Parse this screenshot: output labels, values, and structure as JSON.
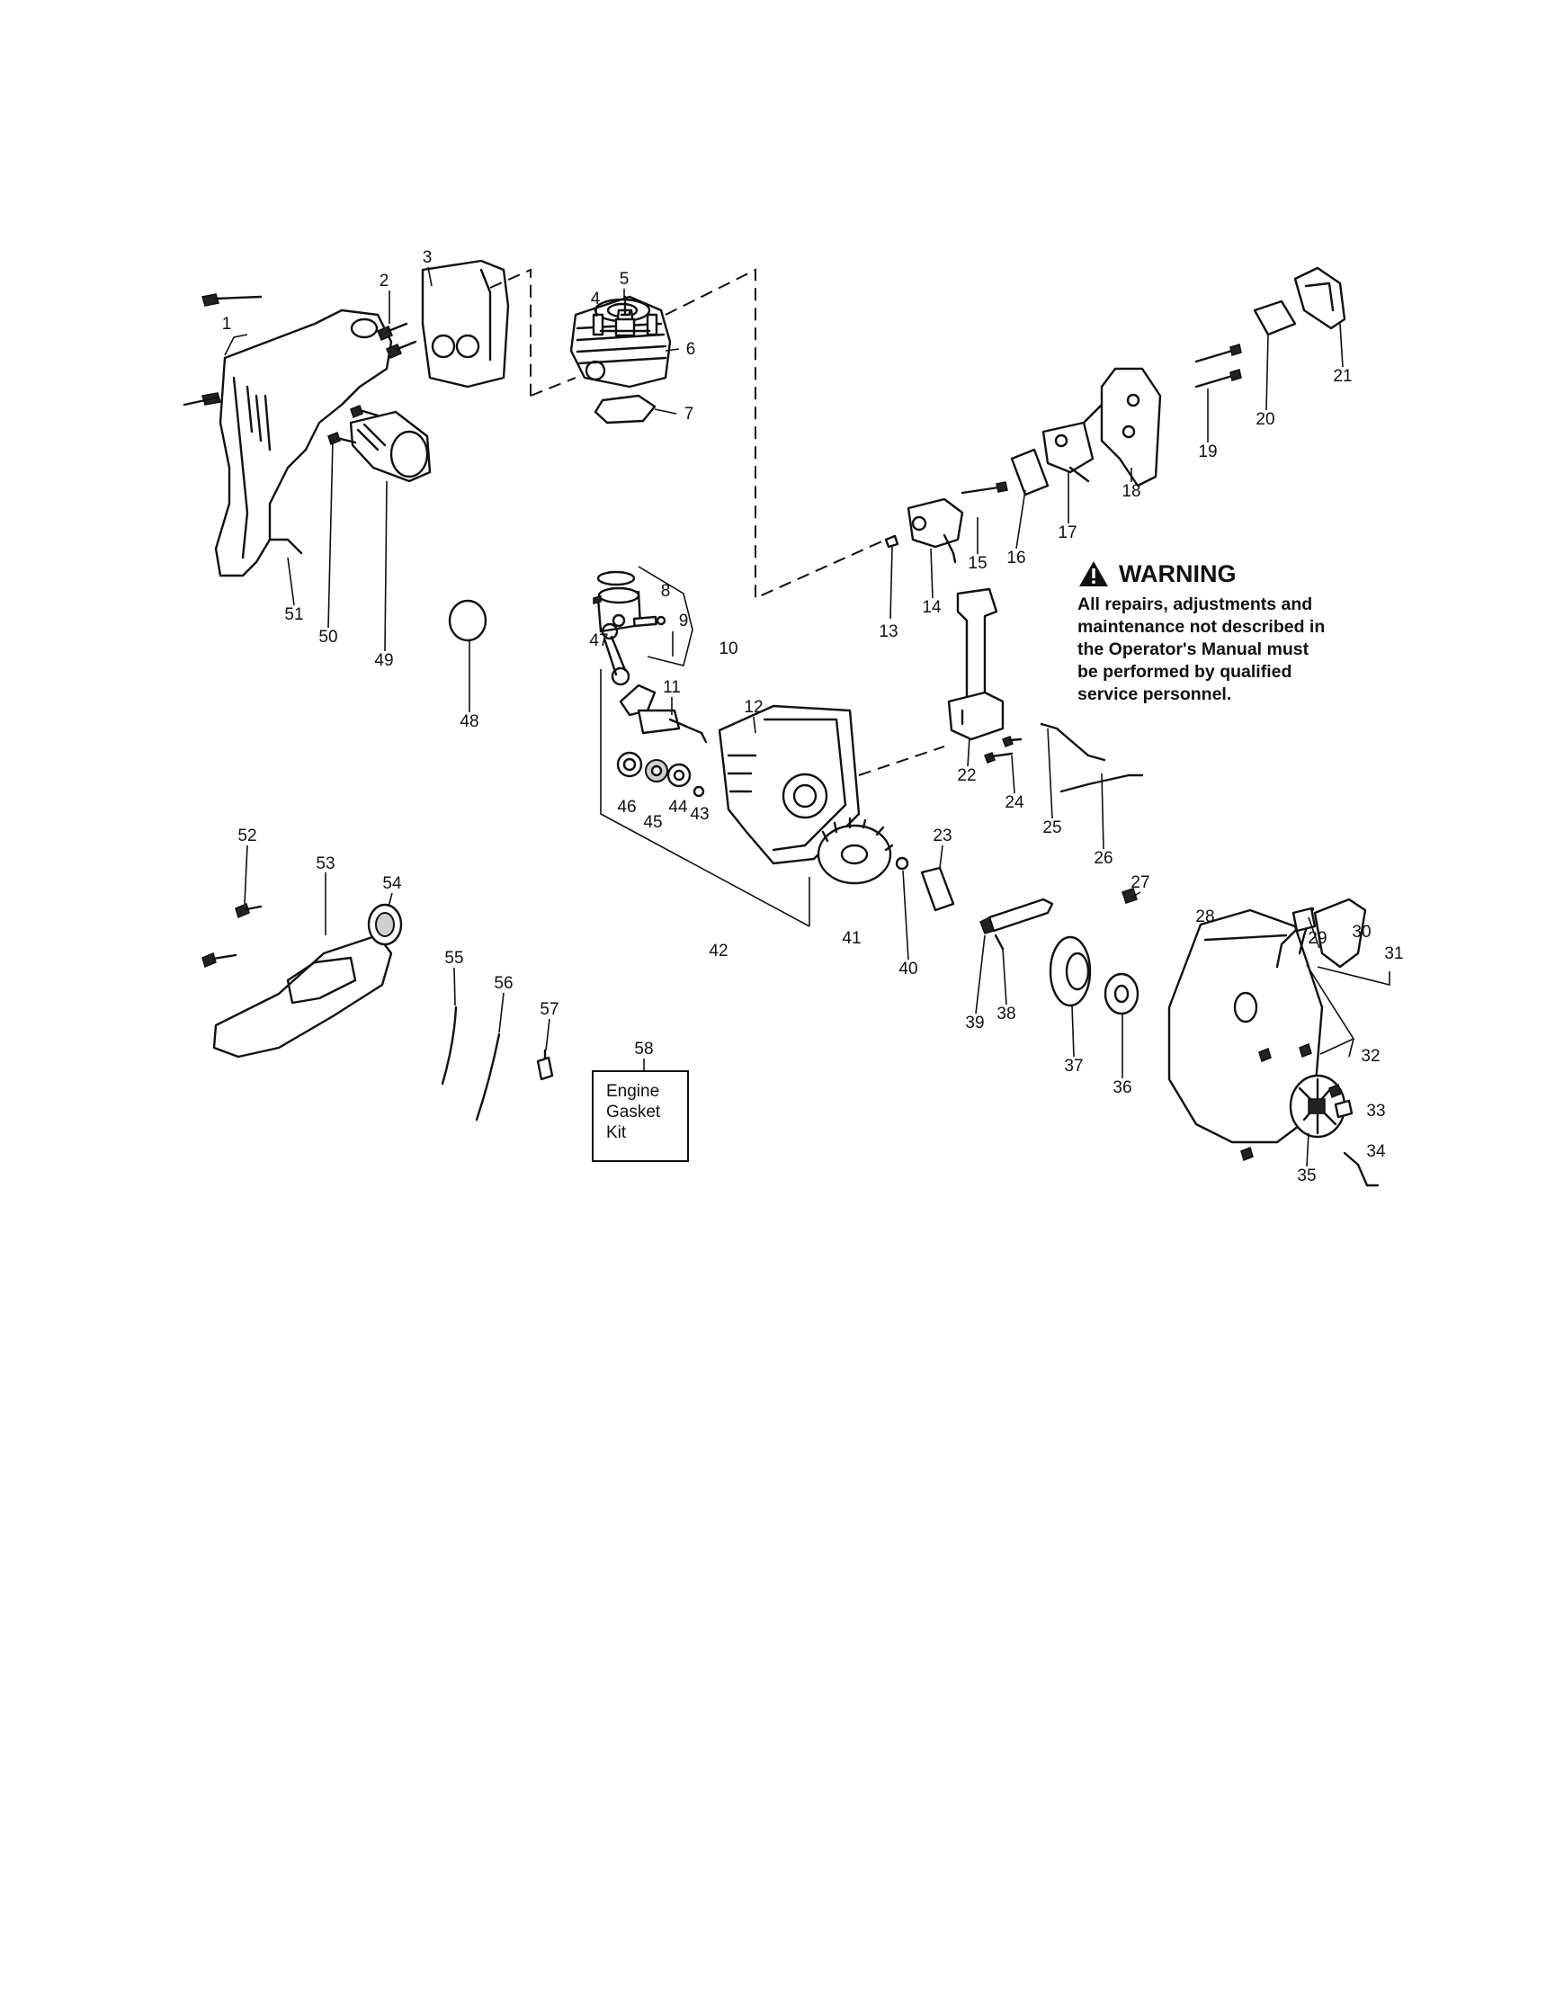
{
  "warning": {
    "title": "WARNING",
    "lines": [
      "All repairs, adjustments and",
      "maintenance not described in",
      "the Operator's Manual must",
      "be performed by qualified",
      "service personnel."
    ]
  },
  "kit": {
    "lines": [
      "Engine",
      "Gasket",
      "Kit"
    ]
  },
  "callouts": [
    "1",
    "2",
    "3",
    "4",
    "5",
    "6",
    "7",
    "8",
    "9",
    "10",
    "11",
    "12",
    "13",
    "14",
    "15",
    "16",
    "17",
    "18",
    "19",
    "20",
    "21",
    "22",
    "23",
    "24",
    "25",
    "26",
    "27",
    "28",
    "29",
    "30",
    "31",
    "32",
    "33",
    "34",
    "35",
    "36",
    "37",
    "38",
    "39",
    "40",
    "41",
    "42",
    "43",
    "44",
    "45",
    "46",
    "47",
    "48",
    "49",
    "50",
    "51",
    "52",
    "53",
    "54",
    "55",
    "56",
    "57",
    "58"
  ]
}
